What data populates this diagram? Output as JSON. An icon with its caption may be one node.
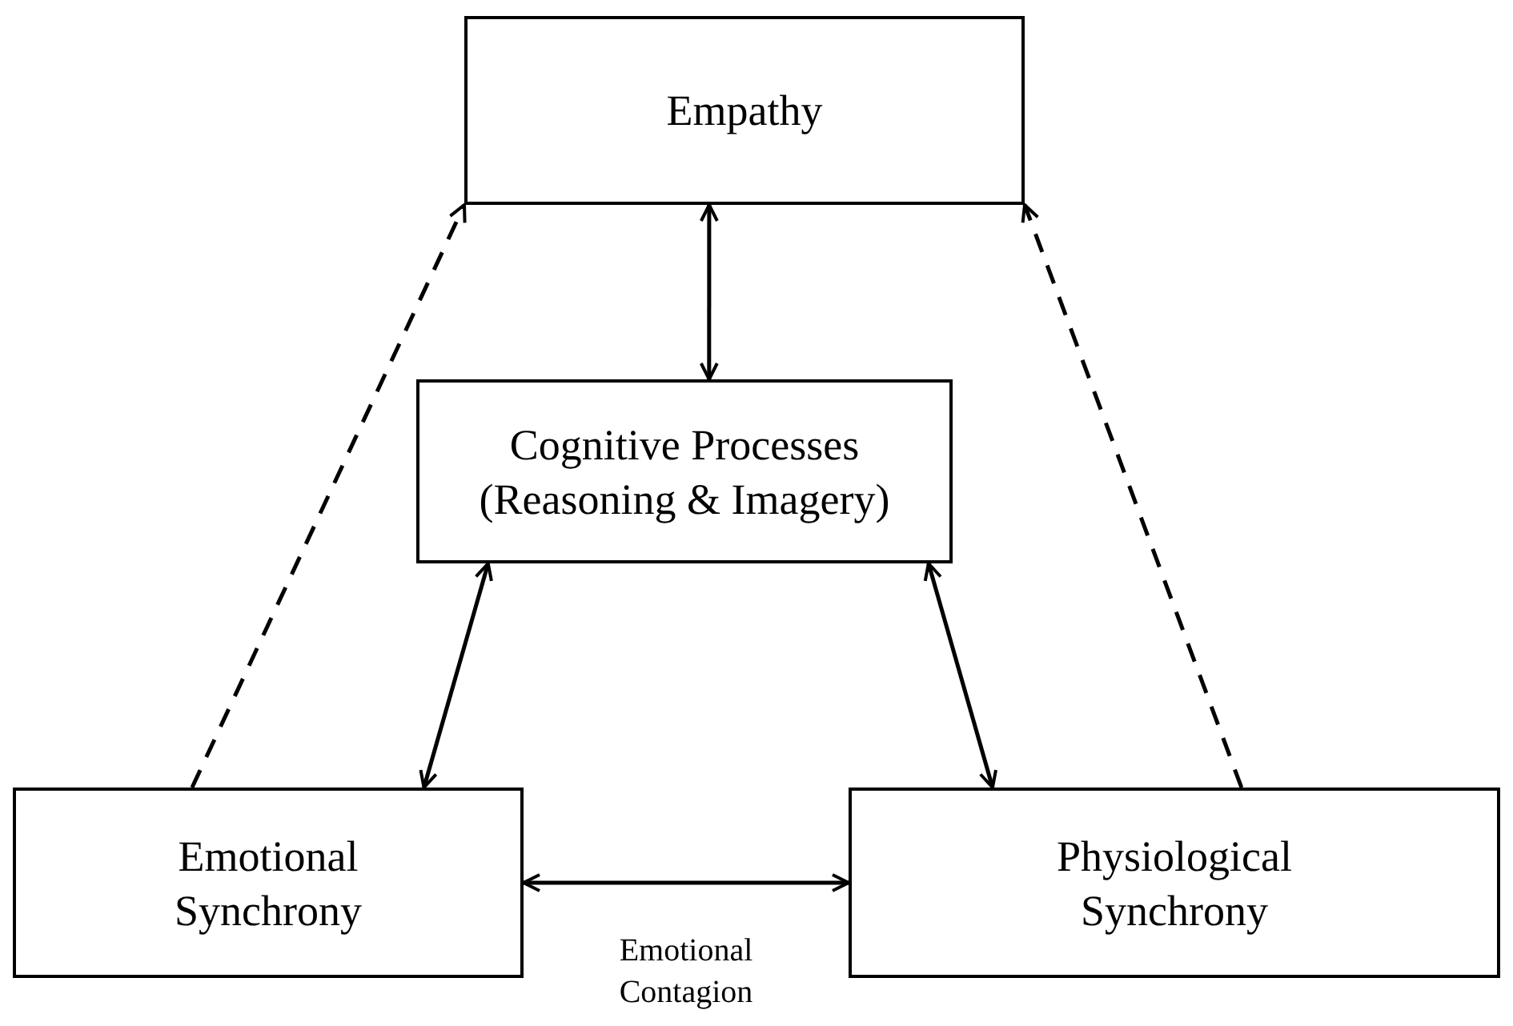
{
  "diagram": {
    "nodes": [
      {
        "text": [
          "Empathy"
        ]
      },
      {
        "text": [
          "Cognitive Processes (Reasoning & Imagery)"
        ]
      },
      {
        "text": [
          "Emotional Synchrony"
        ]
      },
      {
        "text": [
          "Physiological Synchrony"
        ]
      }
    ],
    "edges": [
      {
        "from": 1,
        "to": 0,
        "arrow": "both"
      },
      {
        "from": 2,
        "to": 0,
        "arrow": "to",
        "style": "dashed"
      },
      {
        "from": 3,
        "to": 0,
        "arrow": "to",
        "style": "dashed"
      },
      {
        "from": 2,
        "to": 1,
        "arrow": "both"
      },
      {
        "from": 3,
        "to": 1,
        "arrow": "both"
      },
      {
        "from": 2,
        "to": 3,
        "arrow": "both",
        "label": "Emotional Contagion"
      }
    ]
  }
}
